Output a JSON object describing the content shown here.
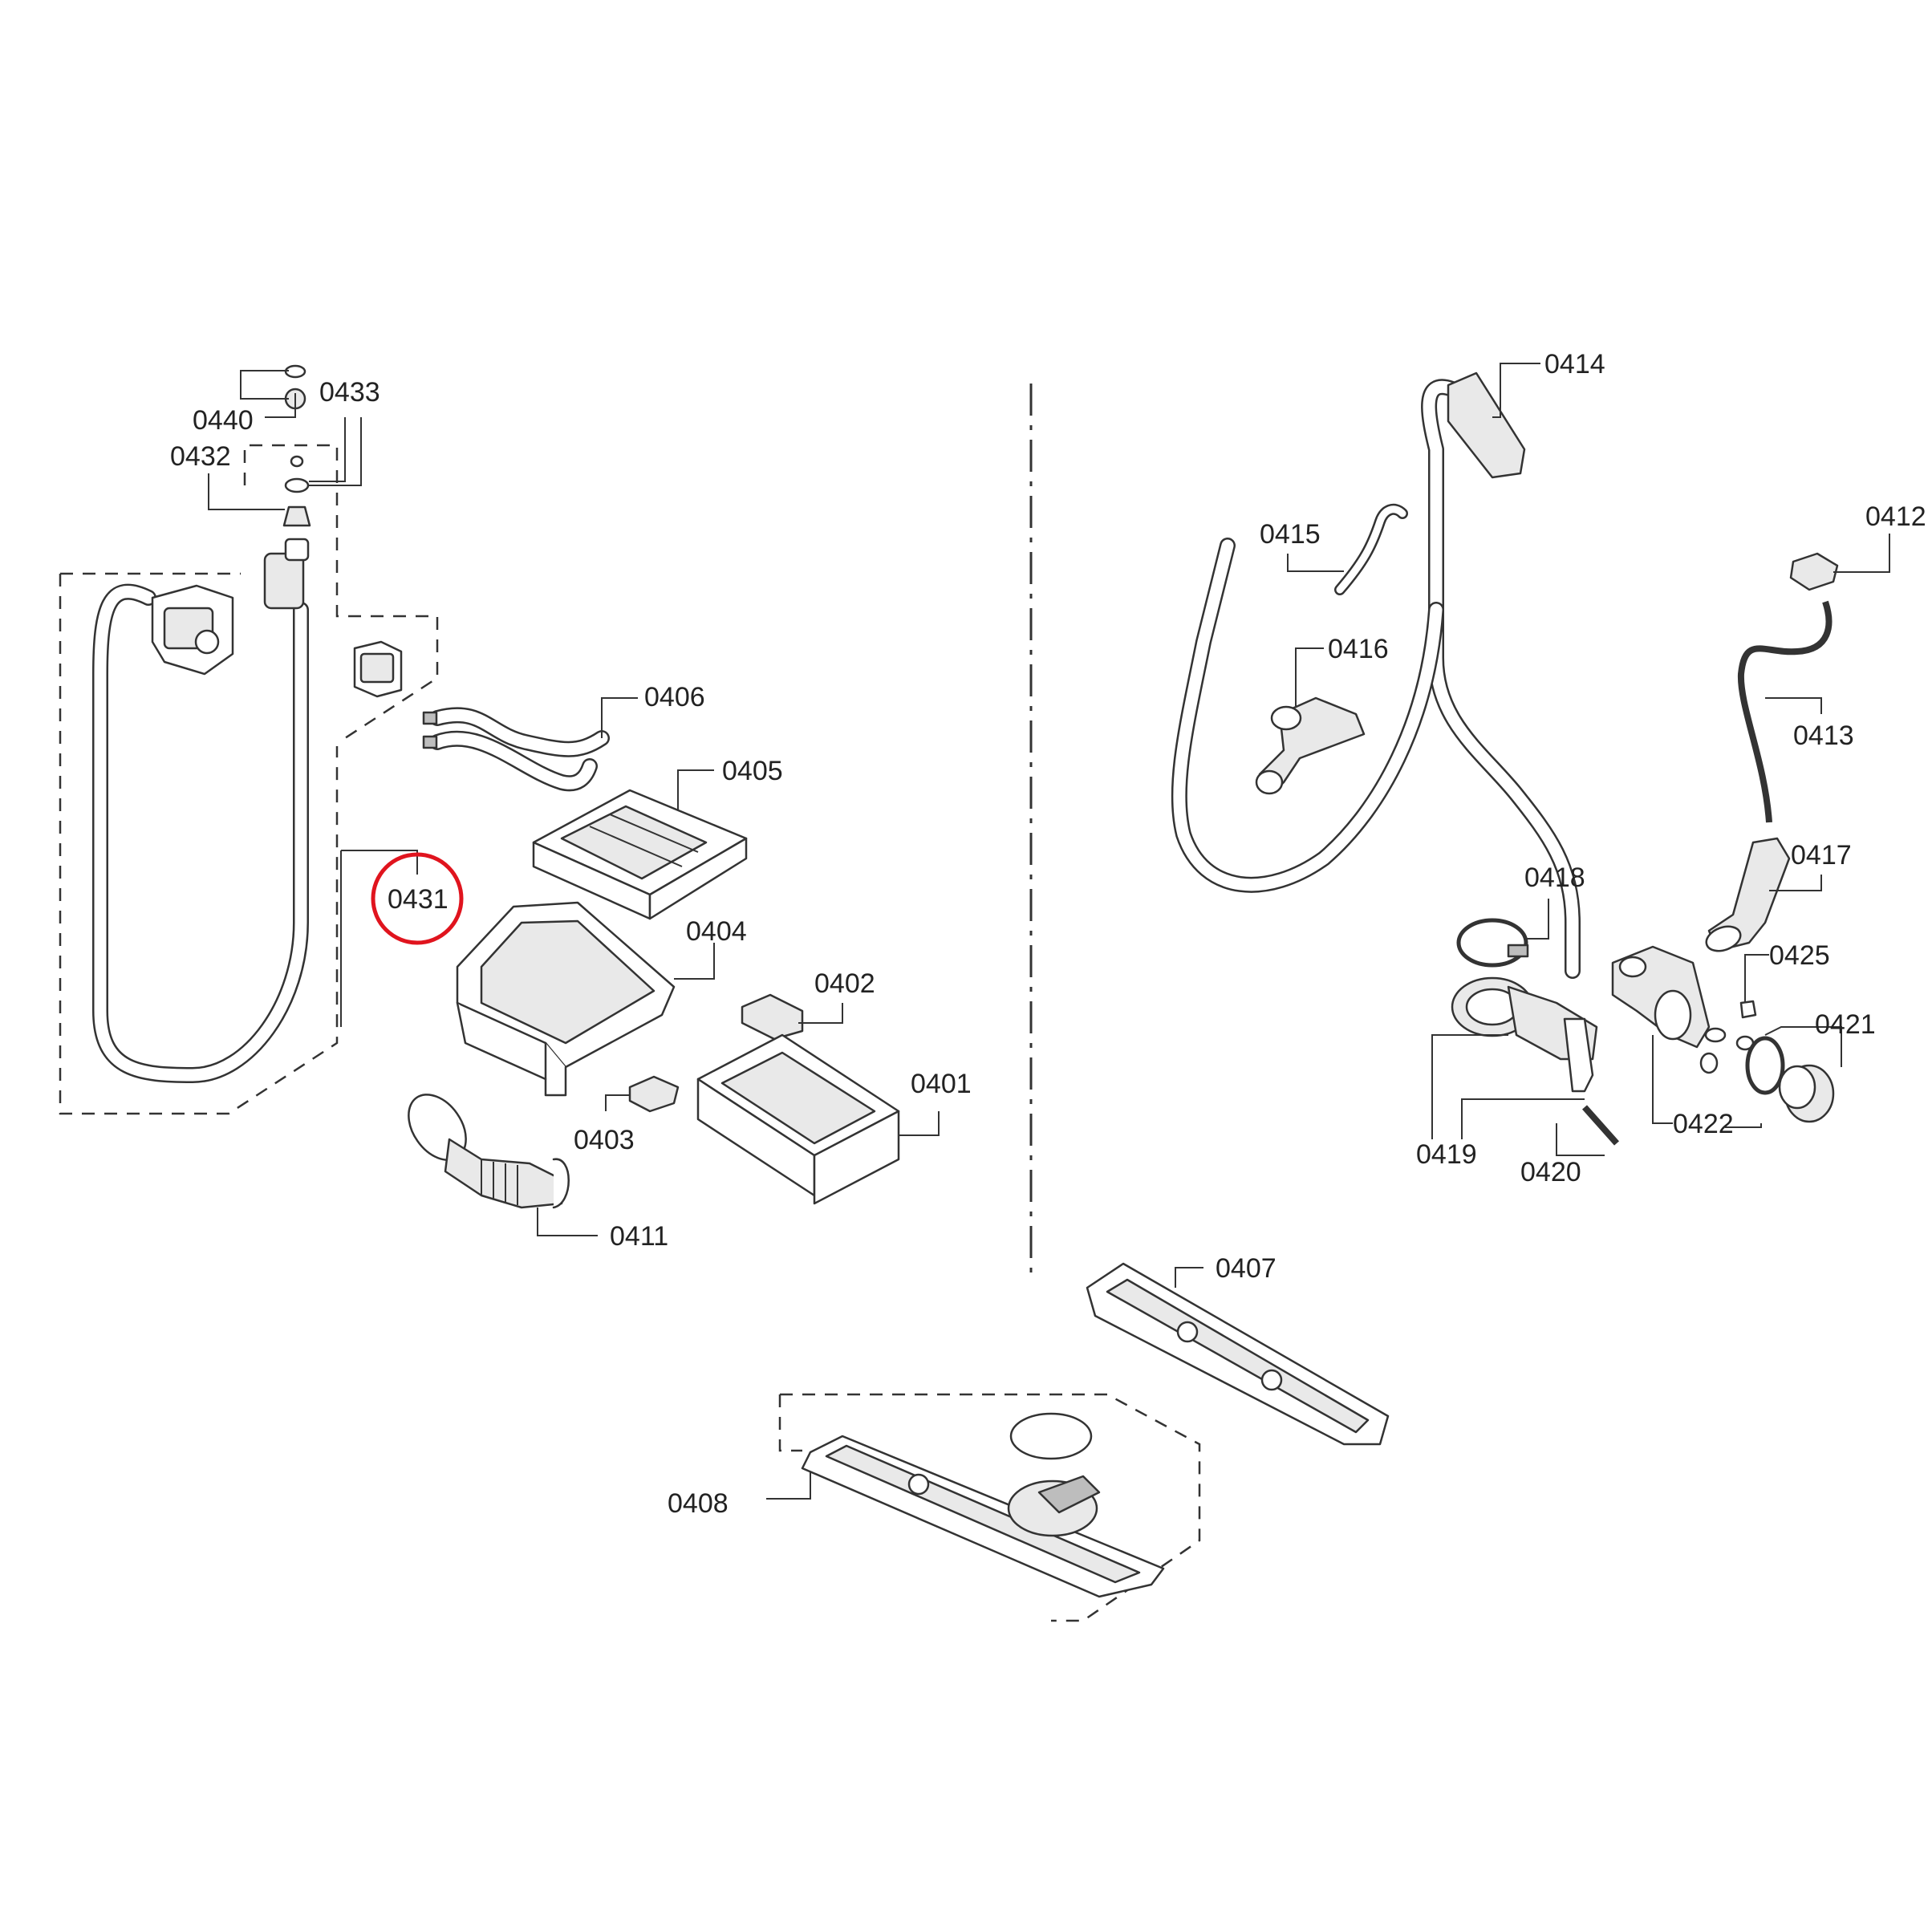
{
  "labels": {
    "l0440": "0440",
    "l0433": "0433",
    "l0432": "0432",
    "l0406": "0406",
    "l0405": "0405",
    "l0431": "0431",
    "l0404": "0404",
    "l0402": "0402",
    "l0401": "0401",
    "l0403": "0403",
    "l0411": "0411",
    "l0414": "0414",
    "l0412": "0412",
    "l0415": "0415",
    "l0416": "0416",
    "l0413": "0413",
    "l0418": "0418",
    "l0417": "0417",
    "l0425": "0425",
    "l0421": "0421",
    "l0419": "0419",
    "l0420": "0420",
    "l0422": "0422",
    "l0407": "0407",
    "l0408": "0408"
  },
  "colors": {
    "highlight": "#e0141e",
    "line": "#333333"
  },
  "highlighted_part": "0431"
}
